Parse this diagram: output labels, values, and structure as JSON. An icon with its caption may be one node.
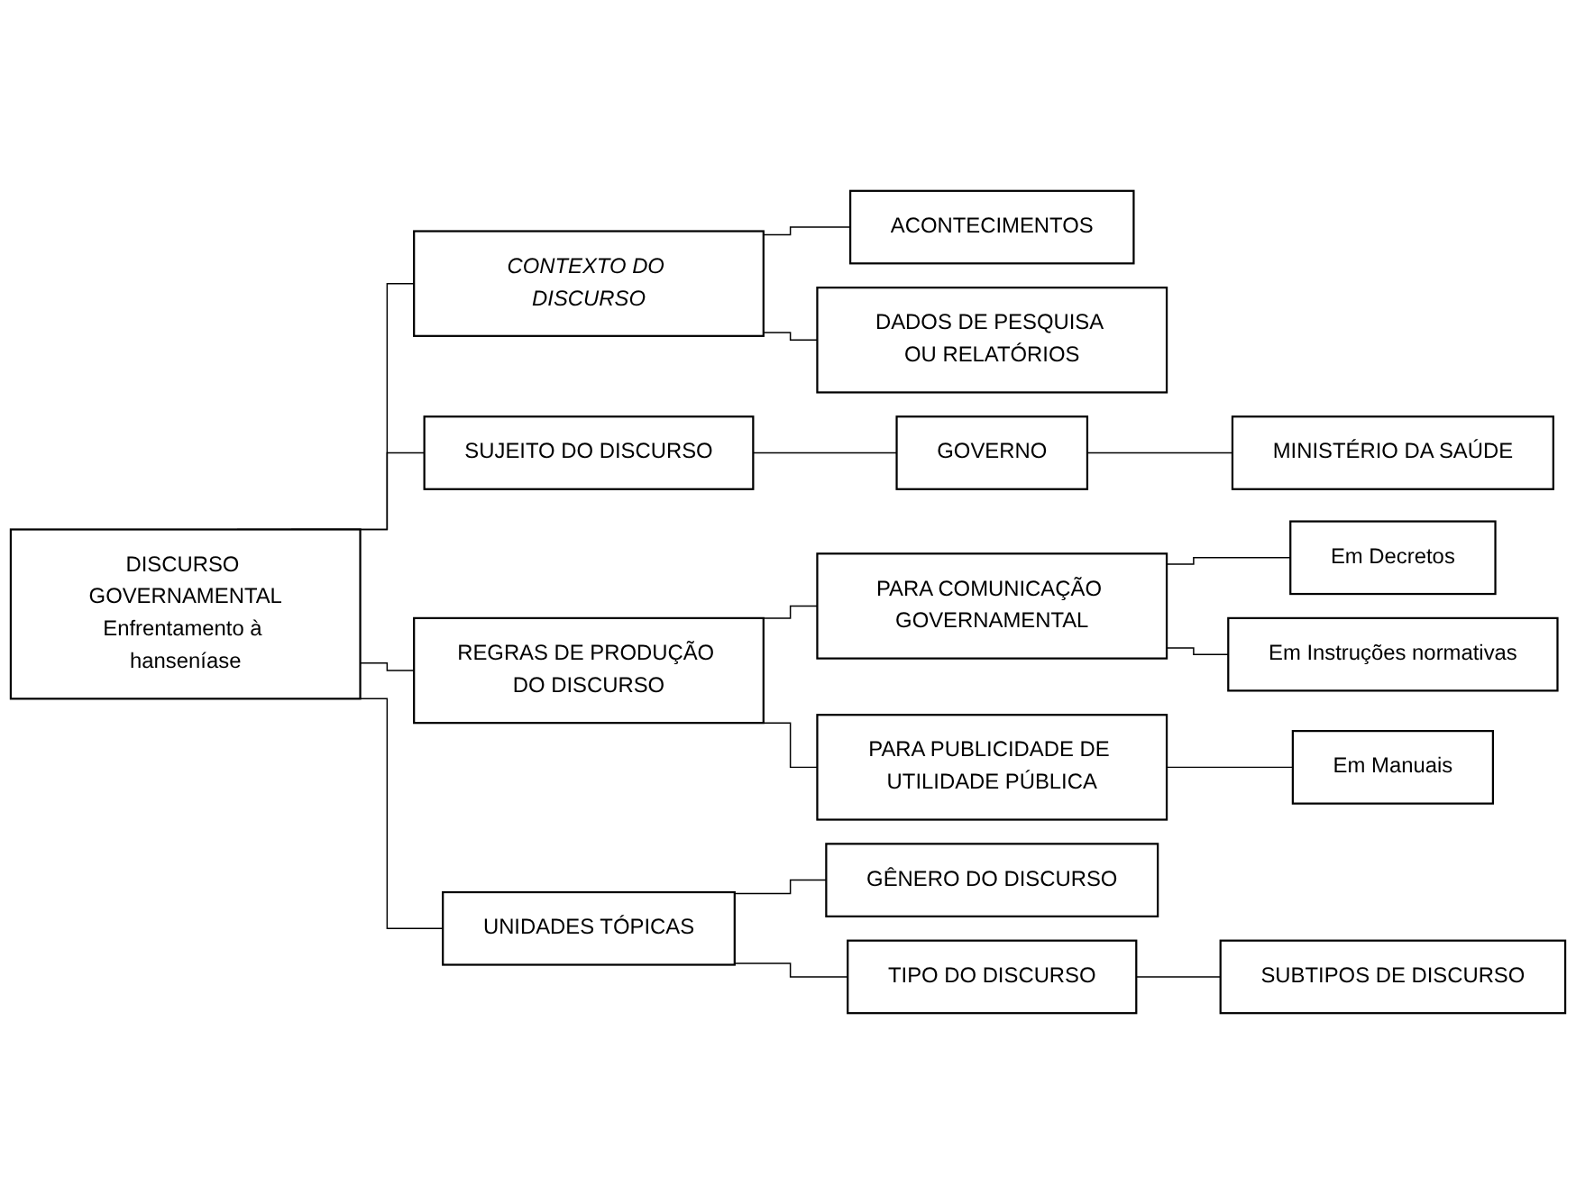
{
  "diagram": {
    "nodes": [
      {
        "text": [
          "DISCURSO GOVERNAMENTAL",
          "Enfrentamento à hanseníase"
        ]
      },
      {
        "text": [
          "CONTEXTO DO DISCURSO"
        ]
      },
      {
        "text": [
          "ACONTECIMENTOS"
        ]
      },
      {
        "text": [
          "DADOS DE PESQUISA OU RELATÓRIOS"
        ]
      },
      {
        "text": [
          "SUJEITO DO DISCURSO"
        ]
      },
      {
        "text": [
          "GOVERNO"
        ]
      },
      {
        "text": [
          "MINISTÉRIO DA SAÚDE"
        ]
      },
      {
        "text": [
          "REGRAS DE PRODUÇÃO DO DISCURSO"
        ]
      },
      {
        "text": [
          "PARA COMUNICAÇÃO GOVERNAMENTAL"
        ]
      },
      {
        "text": [
          "Em Decretos"
        ]
      },
      {
        "text": [
          "Em Instruções normativas"
        ]
      },
      {
        "text": [
          "PARA PUBLICIDADE DE UTILIDADE PÚBLICA"
        ]
      },
      {
        "text": [
          "Em Manuais"
        ]
      },
      {
        "text": [
          "UNIDADES TÓPICAS"
        ]
      },
      {
        "text": [
          "GÊNERO DO DISCURSO"
        ]
      },
      {
        "text": [
          "TIPO DO DISCURSO"
        ]
      },
      {
        "text": [
          "SUBTIPOS DE DISCURSO"
        ]
      }
    ],
    "edges": [
      {
        "from": 0,
        "to": 1,
        "arrow": "none"
      },
      {
        "from": 0,
        "to": 4,
        "arrow": "none"
      },
      {
        "from": 0,
        "to": 7,
        "arrow": "none"
      },
      {
        "from": 0,
        "to": 13,
        "arrow": "none"
      },
      {
        "from": 1,
        "to": 2,
        "arrow": "none"
      },
      {
        "from": 1,
        "to": 3,
        "arrow": "none"
      },
      {
        "from": 4,
        "to": 5,
        "arrow": "none"
      },
      {
        "from": 5,
        "to": 6,
        "arrow": "none"
      },
      {
        "from": 7,
        "to": 8,
        "arrow": "none"
      },
      {
        "from": 7,
        "to": 11,
        "arrow": "none"
      },
      {
        "from": 8,
        "to": 9,
        "arrow": "none"
      },
      {
        "from": 8,
        "to": 10,
        "arrow": "none"
      },
      {
        "from": 11,
        "to": 12,
        "arrow": "none"
      },
      {
        "from": 13,
        "to": 14,
        "arrow": "none"
      },
      {
        "from": 13,
        "to": 15,
        "arrow": "none"
      },
      {
        "from": 15,
        "to": 16,
        "arrow": "none"
      }
    ]
  }
}
